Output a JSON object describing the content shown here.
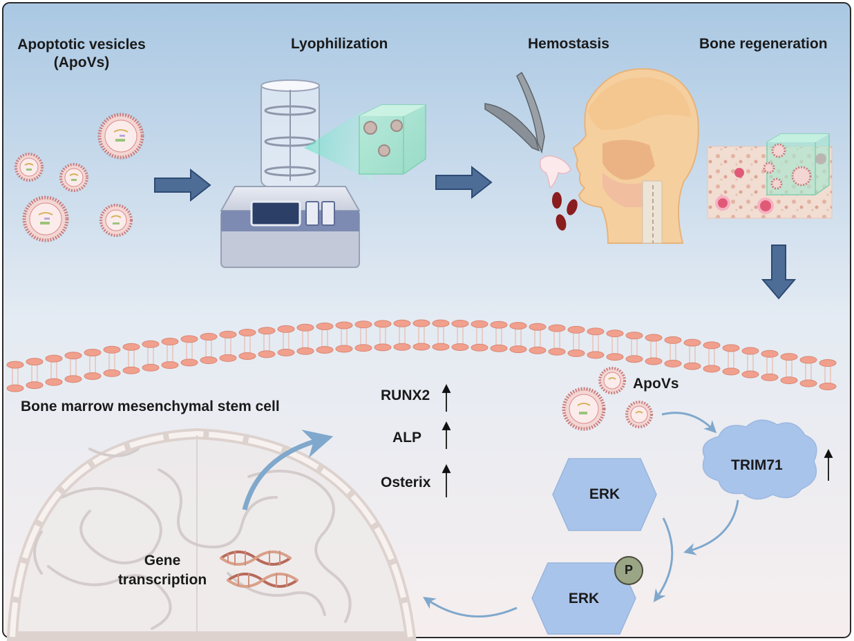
{
  "top": {
    "apovs_title": "Apoptotic vesicles",
    "apovs_subtitle": "(ApoVs)",
    "lyophilization": "Lyophilization",
    "hemostasis": "Hemostasis",
    "bone_regeneration": "Bone regeneration"
  },
  "bottom": {
    "cell_label": "Bone marrow mesenchymal stem cell",
    "markers": [
      {
        "label": "RUNX2",
        "arrow": "↑"
      },
      {
        "label": "ALP",
        "arrow": "↑"
      },
      {
        "label": "Osterix",
        "arrow": "↑"
      }
    ],
    "apovs": "ApoVs",
    "trim71": "TRIM71",
    "trim71_arrow": "↑",
    "erk": "ERK",
    "perk": "ERK",
    "phospho": "P",
    "gene_line1": "Gene",
    "gene_line2": "transcription"
  },
  "colors": {
    "flow_arrow": "#3f5f8a",
    "signal_arrow": "#7fa8cc",
    "erk_fill": "#a9c4ea",
    "trim71_fill": "#a9c4ea",
    "phospho_fill": "#9aa585",
    "lipid_head": "#f0a08c",
    "vesicle": "#d98a8a"
  }
}
